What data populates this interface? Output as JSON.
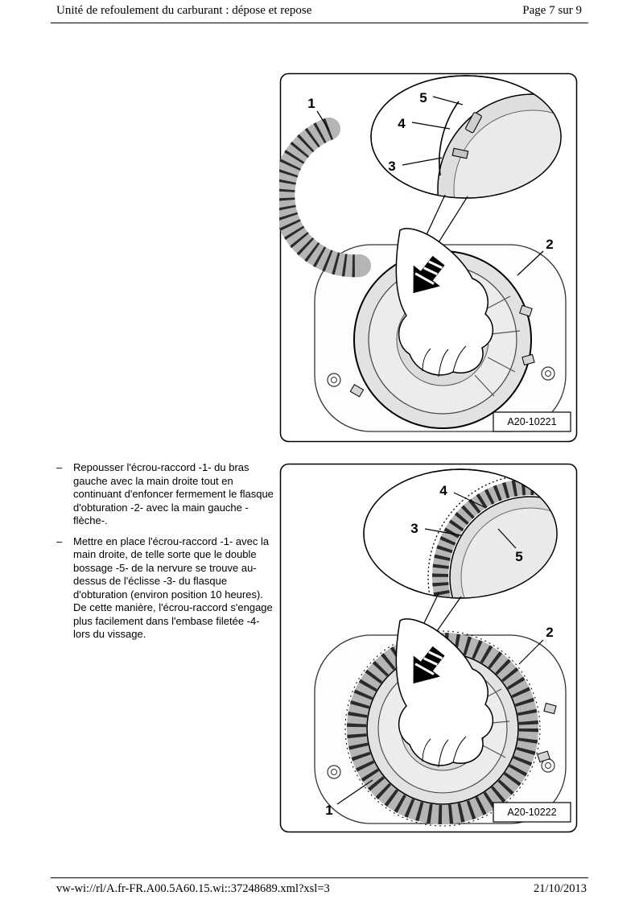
{
  "header": {
    "title": "Unité de refoulement du carburant : dépose et repose",
    "page_indicator": "Page 7 sur 9"
  },
  "instructions": {
    "bullets": [
      {
        "marker": "–",
        "text": "Repousser l'écrou-raccord -1- du bras gauche avec la main droite tout en continuant d'enfoncer fermement le flasque d'obturation -2- avec la main gauche -flèche-."
      },
      {
        "marker": "–",
        "text": "Mettre en place l'écrou-raccord -1- avec la main droite, de telle sorte que le double bossage -5- de la nervure se trouve au-dessus de l'éclisse -3- du flasque d'obturation (environ position 10 heures). De cette manière, l'écrou-raccord s'engage plus facilement dans l'embase filetée -4- lors du vissage."
      }
    ]
  },
  "figures": [
    {
      "label": "A20-10221",
      "callouts": {
        "union_nut": "1",
        "flange": "2",
        "tab": "3",
        "threaded_base": "4",
        "boss": "5"
      }
    },
    {
      "label": "A20-10222",
      "callouts": {
        "union_nut": "1",
        "flange": "2",
        "tab": "3",
        "threaded_base": "4",
        "boss": "5"
      }
    }
  ],
  "footer": {
    "source": "vw-wi://rl/A.fr-FR.A00.5A60.15.wi::37248689.xml?xsl=3",
    "date": "21/10/2013"
  },
  "colors": {
    "ink": "#000000",
    "ring_gray": "#b5b5b5",
    "flange_gray": "#e2e2e2"
  }
}
